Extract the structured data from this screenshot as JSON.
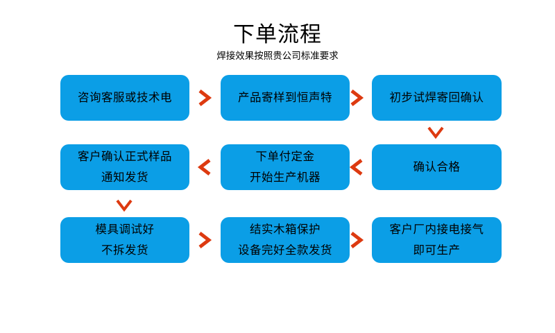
{
  "heading": {
    "title": "下单流程",
    "subtitle": "焊接效果按照贵公司标准要求"
  },
  "colors": {
    "node_fill": "#0b9ee6",
    "arrow": "#dd3a10",
    "text": "#000000",
    "background": "#ffffff"
  },
  "flow": {
    "nodes": [
      {
        "id": "n1",
        "row": 1,
        "col": 1,
        "lines": [
          "咨询客服或技术电"
        ]
      },
      {
        "id": "n2",
        "row": 1,
        "col": 2,
        "lines": [
          "产品寄样到恒声特"
        ]
      },
      {
        "id": "n3",
        "row": 1,
        "col": 3,
        "lines": [
          "初步试焊寄回确认"
        ]
      },
      {
        "id": "n4",
        "row": 2,
        "col": 1,
        "lines": [
          "客户确认正式样品",
          "通知发货"
        ]
      },
      {
        "id": "n5",
        "row": 2,
        "col": 2,
        "lines": [
          "下单付定金",
          "开始生产机器"
        ]
      },
      {
        "id": "n6",
        "row": 2,
        "col": 3,
        "lines": [
          "确认合格"
        ]
      },
      {
        "id": "n7",
        "row": 3,
        "col": 1,
        "lines": [
          "模具调试好",
          "不拆发货"
        ]
      },
      {
        "id": "n8",
        "row": 3,
        "col": 2,
        "lines": [
          "结实木箱保护",
          "设备完好全款发货"
        ]
      },
      {
        "id": "n9",
        "row": 3,
        "col": 3,
        "lines": [
          "客户厂内接电接气",
          "即可生产"
        ]
      }
    ],
    "arrows": [
      {
        "id": "a1",
        "glyph": ">",
        "direction": "right",
        "from": "n1",
        "to": "n2",
        "icon": "chevron-right-icon"
      },
      {
        "id": "a2",
        "glyph": ">",
        "direction": "right",
        "from": "n2",
        "to": "n3",
        "icon": "chevron-right-icon"
      },
      {
        "id": "a3",
        "glyph": "V",
        "direction": "down",
        "from": "n3",
        "to": "n6",
        "icon": "chevron-down-icon"
      },
      {
        "id": "a4",
        "glyph": "<",
        "direction": "left",
        "from": "n6",
        "to": "n5",
        "icon": "chevron-left-icon"
      },
      {
        "id": "a5",
        "glyph": "<",
        "direction": "left",
        "from": "n5",
        "to": "n4",
        "icon": "chevron-left-icon"
      },
      {
        "id": "a6",
        "glyph": "V",
        "direction": "down",
        "from": "n4",
        "to": "n7",
        "icon": "chevron-down-icon"
      },
      {
        "id": "a7",
        "glyph": ">",
        "direction": "right",
        "from": "n7",
        "to": "n8",
        "icon": "chevron-right-icon"
      },
      {
        "id": "a8",
        "glyph": ">",
        "direction": "right",
        "from": "n8",
        "to": "n9",
        "icon": "chevron-right-icon"
      }
    ]
  }
}
